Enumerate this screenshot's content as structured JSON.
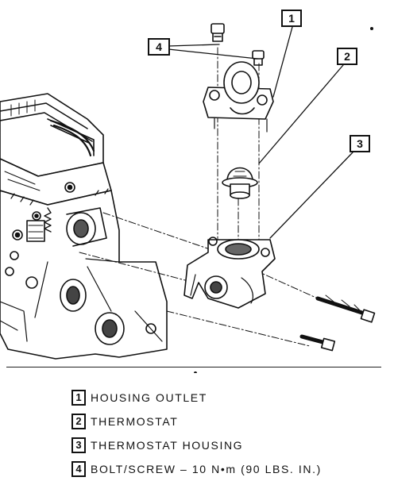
{
  "callouts": [
    "1",
    "2",
    "3",
    "4"
  ],
  "legend": [
    {
      "num": "1",
      "label": "HOUSING OUTLET"
    },
    {
      "num": "2",
      "label": "THERMOSTAT"
    },
    {
      "num": "3",
      "label": "THERMOSTAT HOUSING"
    },
    {
      "num": "4",
      "label": "BOLT/SCREW – 10 N•m (90 LBS. IN.)"
    }
  ]
}
